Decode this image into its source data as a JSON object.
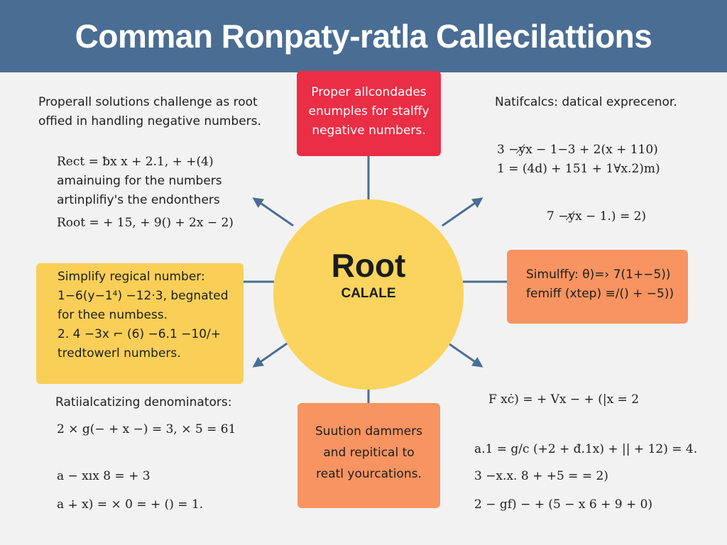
{
  "title": "Comman Ronpaty-ratla Callecilattions",
  "colors": {
    "banner": "#4a6d94",
    "top_box": "#ea2e45",
    "yellow_box": "#f9cf58",
    "orange_box": "#f79461",
    "center": "#fad45e",
    "arrow": "#4a6d94"
  },
  "center": {
    "title": "Root",
    "subtitle": "CALALE"
  },
  "top_box": {
    "lines": [
      "Proper allcondades",
      "enumples for stalffy",
      "negative numbers."
    ]
  },
  "left_box": {
    "lines": [
      "Simplify regical number:",
      "1−6(y−1⁴) −12·3, begnated",
      "for thee numbess.",
      "2.  4 −3x ⌐ (6) −6.1 −10/+",
      "tredtowerl numbers."
    ]
  },
  "right_box": {
    "lines": [
      "Simulffy: θ)=› 7(1+−5))",
      "femiff (xtep) ≡/() + −5))"
    ]
  },
  "bottom_box": {
    "lines": [
      "Suution dammers",
      "and repitical to",
      "reatl yourcations."
    ]
  },
  "top_left": {
    "lines": [
      "Properall solutions challenge as root",
      "offied in handling negative numbers."
    ]
  },
  "left_upper": {
    "formula1": "Rect = ƀx x + 2.1, + +(4)",
    "text": [
      "amainuing for the numbers",
      "artinplifiy's the endonthers"
    ],
    "formula2": "Root = + 15, + 9() + 2x − 2)"
  },
  "top_right": {
    "heading": "Natifcalcs: datical exprecenor.",
    "formulas": [
      "3 −y̸x − 1−3 + 2(x + 110)",
      "1 = (4d) + 151 + 1∀x.2)m)"
    ],
    "formula3": "7 −y̸x − 1.) = 2)"
  },
  "bottom_left": {
    "heading": "Ratiialcatizing denominators:",
    "formulas": [
      "2 × g(− + x −) = 3, × 5 = 61",
      "a − xıx 8 = + 3",
      "a ∔ x) = × 0 = + () = 1."
    ]
  },
  "bottom_right": {
    "formulas": [
      "F xċ) = + Vx − + (|x = 2",
      "a.1 = g/c (+2 + đ.1x) + || + 12) = 4.",
      "3 −x.x. 8 + +5 = = 2)",
      "2 − gf) − + (5 − x 6 + 9 + 0)"
    ]
  }
}
